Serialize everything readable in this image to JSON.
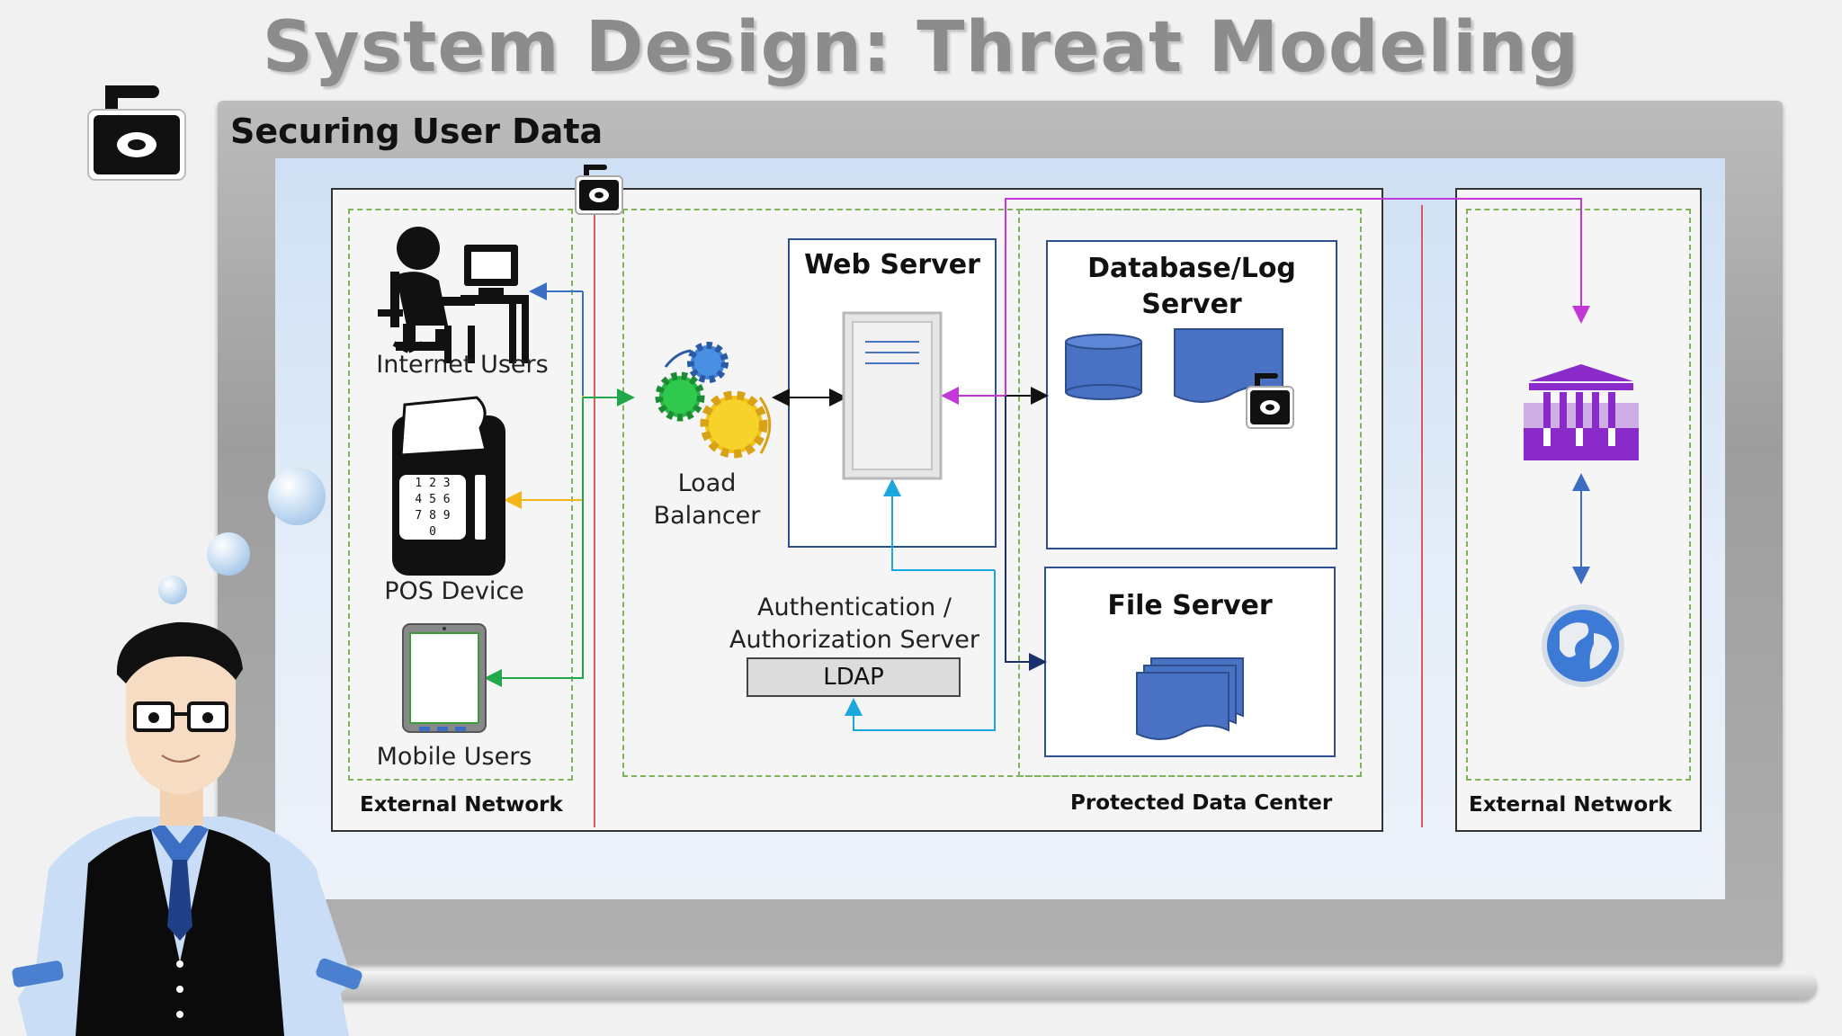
{
  "slide": {
    "title": "System Design: Threat Modeling",
    "heading": "Securing User Data"
  },
  "nodes": {
    "internet_users": "Internet Users",
    "pos_device": "POS Device",
    "pos_keypad": [
      "1 2 3",
      "4 5 6",
      "7 8 9",
      "0"
    ],
    "mobile_users": "Mobile Users",
    "load_balancer": [
      "Load",
      "Balancer"
    ],
    "web_server": "Web Server",
    "database_log_server": [
      "Database/Log",
      "Server"
    ],
    "file_server": "File Server",
    "auth_server": [
      "Authentication /",
      "Authorization Server"
    ],
    "ldap": "LDAP"
  },
  "zones": {
    "left_zone": "External Network",
    "center_zone": "Protected Data Center",
    "right_zone": "External Network"
  },
  "icons": [
    "lock-open-icon",
    "lock-icon",
    "person-at-computer-icon",
    "pos-terminal-icon",
    "tablet-icon",
    "gears-icon",
    "server-rack-icon",
    "database-cylinder-icon",
    "document-icon",
    "documents-stack-icon",
    "bank-icon",
    "globe-icon",
    "presenter-character"
  ],
  "colors": {
    "node_fill": "#4a72c4",
    "connector_green": "#21a84a",
    "connector_yellow": "#f2b51a",
    "connector_blue": "#3b6dc2",
    "connector_cyan": "#1ca6de",
    "connector_purple": "#c238d6",
    "boundary_red": "#d95a5a",
    "bank_purple": "#8a2bc9"
  }
}
